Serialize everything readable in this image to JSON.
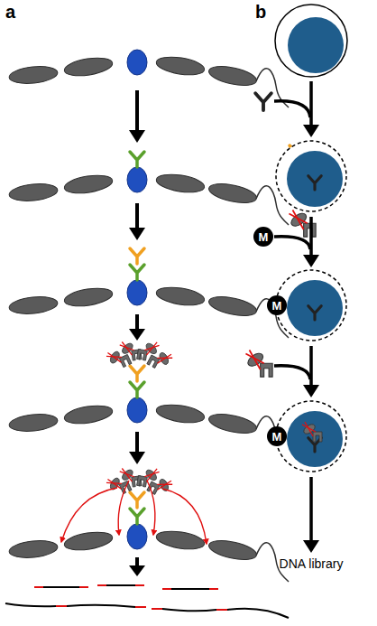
{
  "diagram": {
    "nodes": [
      {
        "text": [
          "M"
        ]
      },
      {
        "text": [
          "M"
        ]
      },
      {
        "text": [
          "M"
        ]
      }
    ],
    "labels": [
      "a",
      "b",
      "DNA library"
    ]
  }
}
